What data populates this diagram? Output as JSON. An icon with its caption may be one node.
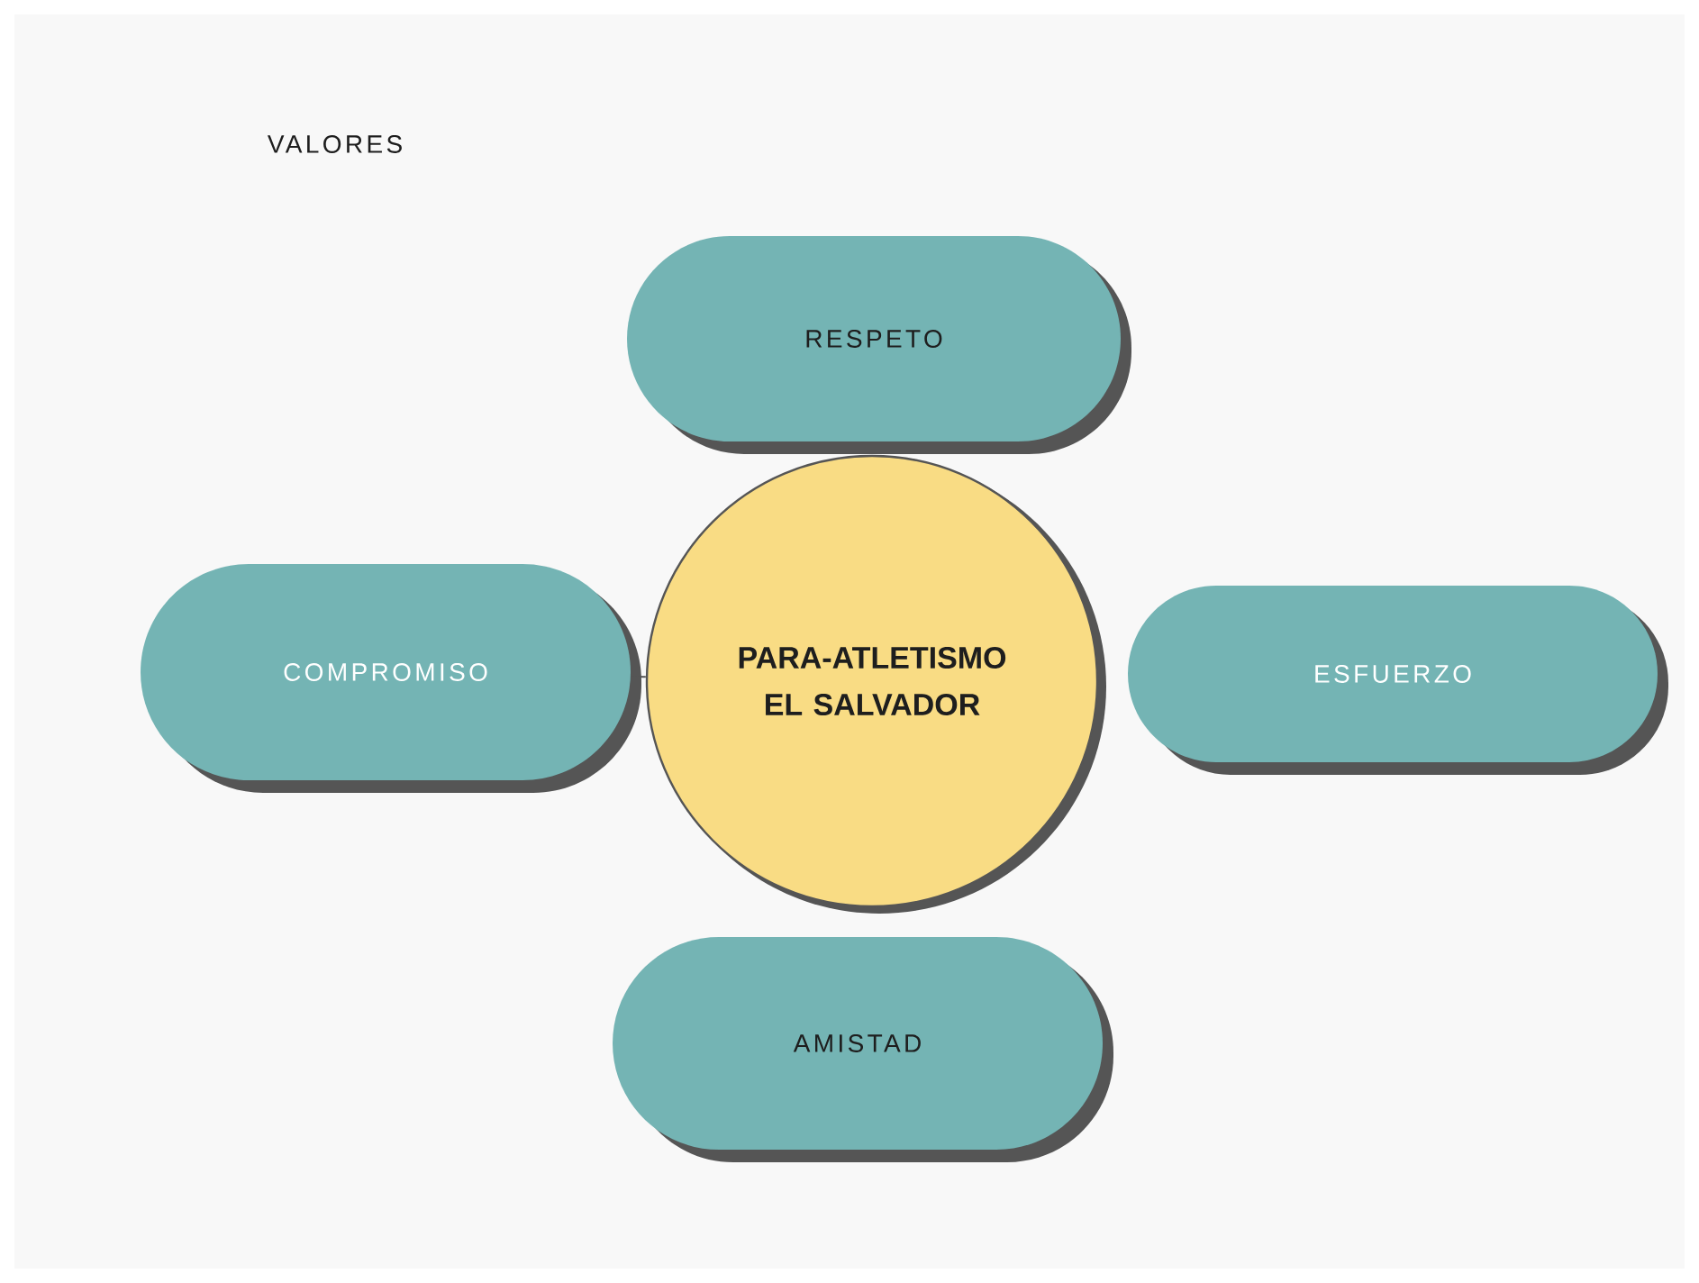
{
  "diagram": {
    "title": "VALORES",
    "nodes": [
      {
        "text": [
          "RESPETO"
        ]
      },
      {
        "text": [
          "COMPROMISO"
        ]
      },
      {
        "text": [
          "PARA-ATLETISMO EL SALVADOR"
        ]
      },
      {
        "text": [
          "ESFUERZO"
        ]
      },
      {
        "text": [
          "AMISTAD"
        ]
      }
    ],
    "edges": [
      {
        "from": 1,
        "to": 2,
        "arrow": "none"
      }
    ]
  }
}
